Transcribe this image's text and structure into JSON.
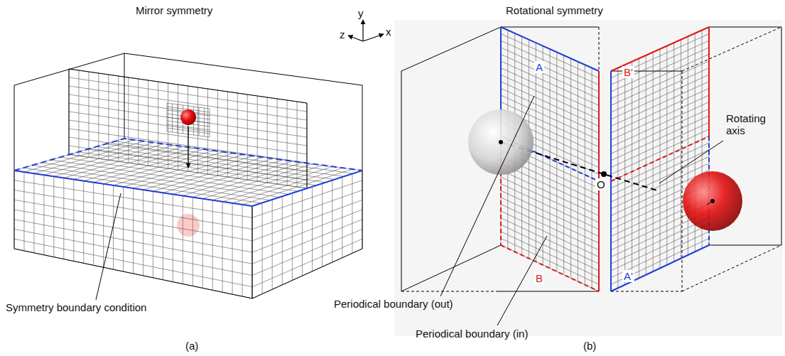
{
  "diagram": {
    "labels": [
      "Mirror symmetry",
      "Rotational symmetry",
      "y",
      "z",
      "x",
      "Symmetry boundary condition",
      "Periodical boundary (out)",
      "Periodical boundary (in)",
      "Rotating axis",
      "A",
      "B'",
      "B",
      "A'",
      "O",
      "(a)",
      "(b)"
    ]
  }
}
